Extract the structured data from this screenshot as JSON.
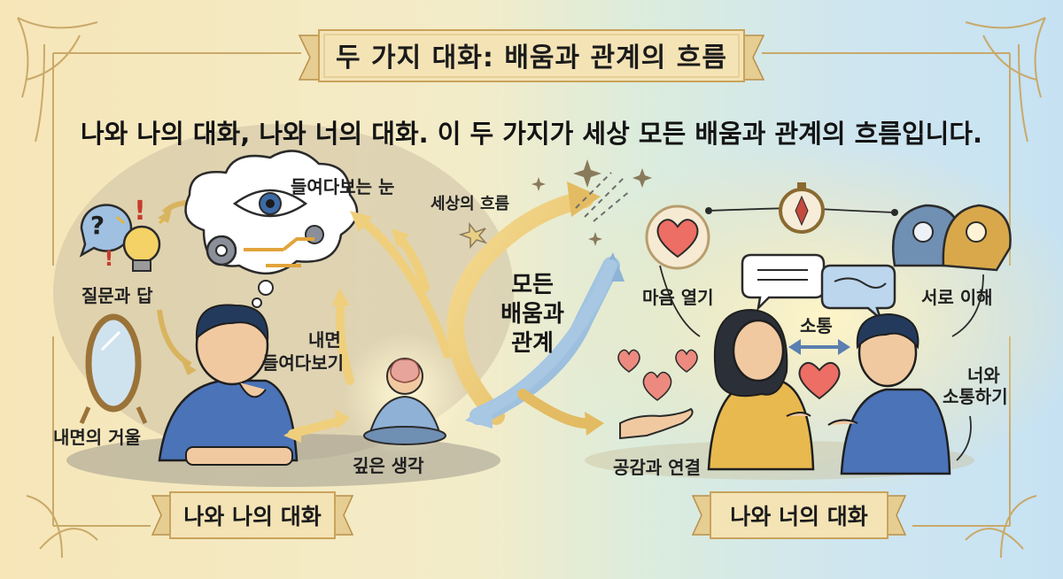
{
  "title": "두 가지 대화: 배움과 관계의 흐름",
  "subtitle": "나와 나의 대화, 나와 너의 대화. 이 두 가지가 세상 모든 배움과 관계의 흐름입니다.",
  "center": {
    "line1": "모든",
    "line2": "배움과",
    "line3": "관계"
  },
  "left": {
    "banner": "나와 나의 대화",
    "labels": {
      "looking_eye": "들여다보는 눈",
      "question_answer": "질문과 답",
      "inner_look_1": "내면",
      "inner_look_2": "들여다보기",
      "inner_mirror": "내면의 거울",
      "deep_thought": "깊은 생각"
    }
  },
  "middle": {
    "world_flow": "세상의 흐름"
  },
  "right": {
    "banner": "나와 너의 대화",
    "labels": {
      "open_heart": "마음 열기",
      "mutual_understanding": "서로 이해",
      "communication": "소통",
      "talk_with_you_1": "너와",
      "talk_with_you_2": "소통하기",
      "empathy_connection": "공감과 연결"
    }
  },
  "colors": {
    "banner_fill": "#f4e3b5",
    "banner_edge": "#c9a35c",
    "frame_gold": "#c9a96a",
    "arrow_yellow": "#efcf7c",
    "arrow_blue": "#9fc3df",
    "shirt_blue": "#4a73b8",
    "shirt_yellow": "#e8b94e",
    "heart_red": "#ec6e64",
    "head_blue": "#6f8fb3",
    "head_gold": "#d9a84a"
  },
  "icons": [
    "question-bubble-icon",
    "exclamation-icon",
    "lightbulb-icon",
    "thought-cloud-icon",
    "eye-icon",
    "gear-icon",
    "mirror-icon",
    "brain-icon",
    "meditation-figure-icon",
    "heart-icon",
    "compass-icon",
    "chat-bubbles-icon",
    "two-heads-gears-icon",
    "open-hand-icon",
    "sparkle-icon",
    "double-arrow-icon"
  ]
}
